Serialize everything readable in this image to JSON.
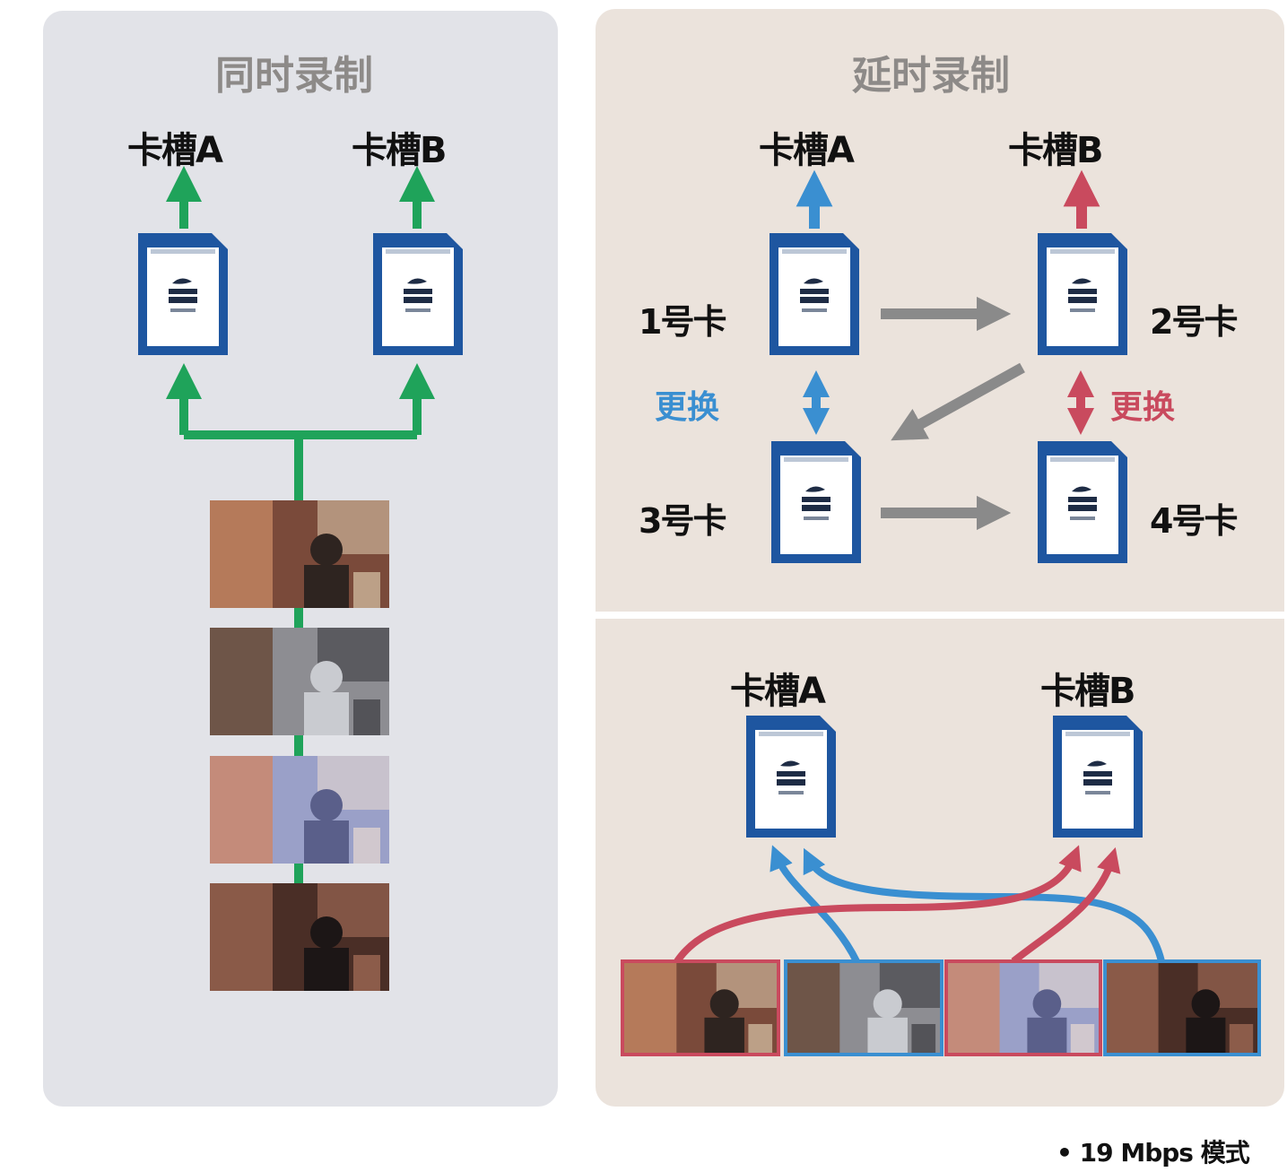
{
  "simultaneous": {
    "title": "同时录制",
    "slot_a": "卡槽A",
    "slot_b": "卡槽B"
  },
  "relay": {
    "title": "延时录制",
    "slot_a": "卡槽A",
    "slot_b": "卡槽B",
    "card1": "1号卡",
    "card2": "2号卡",
    "card3": "3号卡",
    "card4": "4号卡",
    "swap_left": "更换",
    "swap_right": "更换"
  },
  "dual_stream": {
    "slot_a": "卡槽A",
    "slot_b": "卡槽B"
  },
  "footnote": "• 19 Mbps 模式",
  "colors": {
    "green_flow": "#1fa35a",
    "blue_flow": "#3a8fd1",
    "red_flow": "#c94a5e",
    "gray_flow": "#8a8a8a",
    "card_blue": "#1e56a0"
  }
}
